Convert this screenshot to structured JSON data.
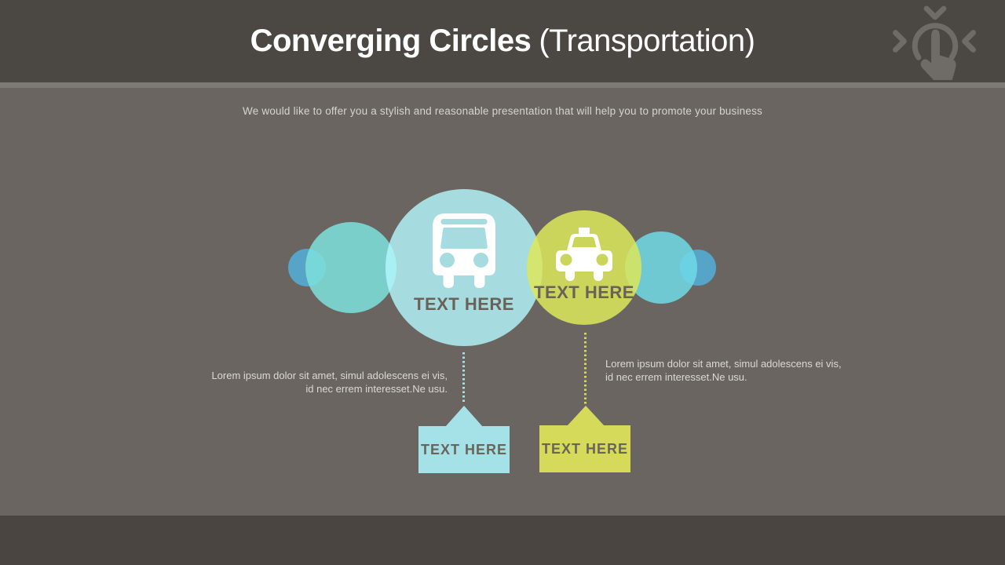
{
  "header": {
    "title_bold": "Converging Circles",
    "title_regular": "(Transportation)"
  },
  "subtitle": "We would like to offer you a stylish and reasonable presentation that will help you to promote your business",
  "diagram": {
    "bus_circle": {
      "label": "TEXT HERE",
      "icon": "bus-icon"
    },
    "taxi_circle": {
      "label": "TEXT HERE",
      "icon": "taxi-icon"
    },
    "notes": {
      "left": {
        "line1": "Lorem ipsum dolor sit amet, simul adolescens ei vis,",
        "line2": "id nec errem interesset.Ne usu."
      },
      "right": {
        "line1": "Lorem ipsum dolor sit amet, simul adolescens ei vis,",
        "line2": "id nec errem interesset.Ne usu."
      }
    },
    "callouts": {
      "blue": {
        "label": "TEXT HERE"
      },
      "yellow": {
        "label": "TEXT HERE"
      }
    }
  },
  "colors": {
    "header_bg": "#4b4742",
    "divider": "#7d7974",
    "body_bg": "#6a6560",
    "footer_bg": "#4a4541",
    "circle_teal_large": "#a6dce0",
    "circle_teal_medium": "#7bcfcb",
    "circle_blue_small": "#56a4c8",
    "circle_yellow": "#cbd45c",
    "callout_blue": "#a5e2e8",
    "callout_yellow": "#d6da5a",
    "dark_label_text": "#6a6157",
    "light_text": "#dbd9d5",
    "title_text": "#ffffff"
  }
}
